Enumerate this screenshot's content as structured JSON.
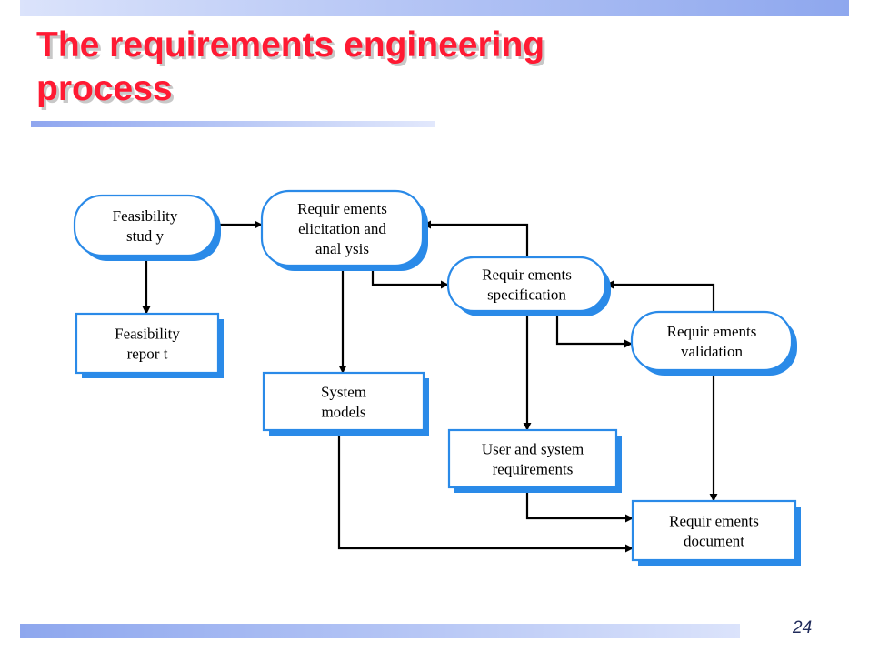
{
  "slide": {
    "title_line1": "The requirements engineering",
    "title_line2": "process",
    "page_number": "24"
  },
  "colors": {
    "title": "#ff1a33",
    "node_border": "#2a8ae8",
    "node_shadow": "#2a8ae8",
    "arrow": "#000000"
  },
  "diagram": {
    "nodes": {
      "feasibility_study": {
        "shape": "process",
        "lines": [
          "Feasibility",
          "stud y"
        ]
      },
      "elicitation": {
        "shape": "process",
        "lines": [
          "Requir ements",
          "elicitation and",
          "anal ysis"
        ]
      },
      "specification": {
        "shape": "process",
        "lines": [
          "Requir ements",
          "specification"
        ]
      },
      "validation": {
        "shape": "process",
        "lines": [
          "Requir ements",
          "validation"
        ]
      },
      "feasibility_report": {
        "shape": "document",
        "lines": [
          "Feasibility",
          "repor t"
        ]
      },
      "system_models": {
        "shape": "document",
        "lines": [
          "System",
          "models"
        ]
      },
      "user_system_reqs": {
        "shape": "document",
        "lines": [
          "User and system",
          "requirements"
        ]
      },
      "requirements_document": {
        "shape": "document",
        "lines": [
          "Requir ements",
          "document"
        ]
      }
    },
    "edges": [
      {
        "from": "feasibility_study",
        "to": "elicitation"
      },
      {
        "from": "feasibility_study",
        "to": "feasibility_report"
      },
      {
        "from": "elicitation",
        "to": "system_models"
      },
      {
        "from": "elicitation",
        "to": "specification"
      },
      {
        "from": "specification",
        "to": "elicitation"
      },
      {
        "from": "specification",
        "to": "user_system_reqs"
      },
      {
        "from": "specification",
        "to": "validation"
      },
      {
        "from": "validation",
        "to": "specification"
      },
      {
        "from": "validation",
        "to": "requirements_document"
      },
      {
        "from": "user_system_reqs",
        "to": "requirements_document"
      },
      {
        "from": "system_models",
        "to": "requirements_document"
      }
    ]
  }
}
